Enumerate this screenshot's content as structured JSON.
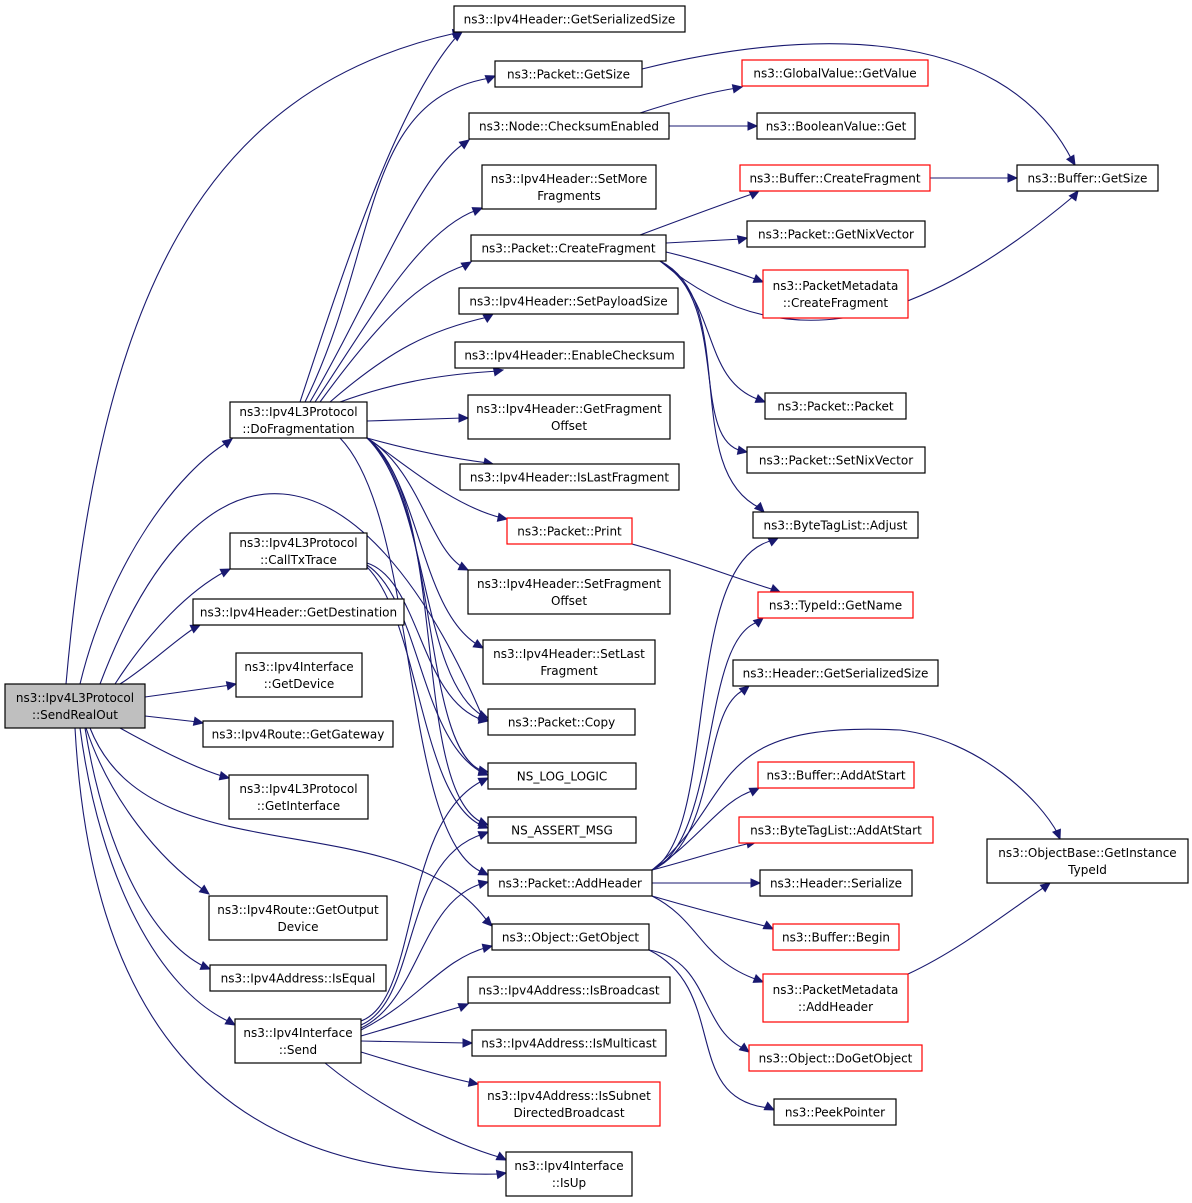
{
  "graph": {
    "nodes": [
      {
        "id": "n0",
        "lines": [
          "ns3::Ipv4L3Protocol",
          "::SendRealOut"
        ],
        "style": "root"
      },
      {
        "id": "n1",
        "lines": [
          "ns3::Ipv4L3Protocol",
          "::DoFragmentation"
        ],
        "style": "black"
      },
      {
        "id": "n2",
        "lines": [
          "ns3::Ipv4L3Protocol",
          "::CallTxTrace"
        ],
        "style": "black"
      },
      {
        "id": "n3",
        "lines": [
          "ns3::Ipv4Header::GetDestination"
        ],
        "style": "black"
      },
      {
        "id": "n4",
        "lines": [
          "ns3::Ipv4Interface",
          "::GetDevice"
        ],
        "style": "black"
      },
      {
        "id": "n5",
        "lines": [
          "ns3::Ipv4Route::GetGateway"
        ],
        "style": "black"
      },
      {
        "id": "n6",
        "lines": [
          "ns3::Ipv4L3Protocol",
          "::GetInterface"
        ],
        "style": "black"
      },
      {
        "id": "n7",
        "lines": [
          "ns3::Ipv4Route::GetOutput",
          "Device"
        ],
        "style": "black"
      },
      {
        "id": "n8",
        "lines": [
          "ns3::Ipv4Address::IsEqual"
        ],
        "style": "black"
      },
      {
        "id": "n9",
        "lines": [
          "ns3::Ipv4Interface",
          "::Send"
        ],
        "style": "black"
      },
      {
        "id": "n10",
        "lines": [
          "ns3::Ipv4Header::GetSerializedSize"
        ],
        "style": "black"
      },
      {
        "id": "n11",
        "lines": [
          "ns3::Packet::GetSize"
        ],
        "style": "black"
      },
      {
        "id": "n12",
        "lines": [
          "ns3::Node::ChecksumEnabled"
        ],
        "style": "black"
      },
      {
        "id": "n13",
        "lines": [
          "ns3::Ipv4Header::SetMore",
          "Fragments"
        ],
        "style": "black"
      },
      {
        "id": "n14",
        "lines": [
          "ns3::Packet::CreateFragment"
        ],
        "style": "black"
      },
      {
        "id": "n15",
        "lines": [
          "ns3::Ipv4Header::SetPayloadSize"
        ],
        "style": "black"
      },
      {
        "id": "n16",
        "lines": [
          "ns3::Ipv4Header::EnableChecksum"
        ],
        "style": "black"
      },
      {
        "id": "n17",
        "lines": [
          "ns3::Ipv4Header::GetFragment",
          "Offset"
        ],
        "style": "black"
      },
      {
        "id": "n18",
        "lines": [
          "ns3::Ipv4Header::IsLastFragment"
        ],
        "style": "black"
      },
      {
        "id": "n19",
        "lines": [
          "ns3::Packet::Print"
        ],
        "style": "red"
      },
      {
        "id": "n20",
        "lines": [
          "ns3::Ipv4Header::SetFragment",
          "Offset"
        ],
        "style": "black"
      },
      {
        "id": "n21",
        "lines": [
          "ns3::Ipv4Header::SetLast",
          "Fragment"
        ],
        "style": "black"
      },
      {
        "id": "n22",
        "lines": [
          "ns3::Packet::Copy"
        ],
        "style": "black"
      },
      {
        "id": "n23",
        "lines": [
          "NS_LOG_LOGIC"
        ],
        "style": "black"
      },
      {
        "id": "n24",
        "lines": [
          "NS_ASSERT_MSG"
        ],
        "style": "black"
      },
      {
        "id": "n25",
        "lines": [
          "ns3::Packet::AddHeader"
        ],
        "style": "black"
      },
      {
        "id": "n26",
        "lines": [
          "ns3::Object::GetObject"
        ],
        "style": "black"
      },
      {
        "id": "n27",
        "lines": [
          "ns3::Ipv4Address::IsBroadcast"
        ],
        "style": "black"
      },
      {
        "id": "n28",
        "lines": [
          "ns3::Ipv4Address::IsMulticast"
        ],
        "style": "black"
      },
      {
        "id": "n29",
        "lines": [
          "ns3::Ipv4Address::IsSubnet",
          "DirectedBroadcast"
        ],
        "style": "red"
      },
      {
        "id": "n30",
        "lines": [
          "ns3::Ipv4Interface",
          "::IsUp"
        ],
        "style": "black"
      },
      {
        "id": "n31",
        "lines": [
          "ns3::GlobalValue::GetValue"
        ],
        "style": "red"
      },
      {
        "id": "n32",
        "lines": [
          "ns3::BooleanValue::Get"
        ],
        "style": "black"
      },
      {
        "id": "n33",
        "lines": [
          "ns3::Buffer::CreateFragment"
        ],
        "style": "red"
      },
      {
        "id": "n34",
        "lines": [
          "ns3::Packet::GetNixVector"
        ],
        "style": "black"
      },
      {
        "id": "n35",
        "lines": [
          "ns3::PacketMetadata",
          "::CreateFragment"
        ],
        "style": "red"
      },
      {
        "id": "n36",
        "lines": [
          "ns3::Packet::Packet"
        ],
        "style": "black"
      },
      {
        "id": "n37",
        "lines": [
          "ns3::Packet::SetNixVector"
        ],
        "style": "black"
      },
      {
        "id": "n38",
        "lines": [
          "ns3::ByteTagList::Adjust"
        ],
        "style": "black"
      },
      {
        "id": "n39",
        "lines": [
          "ns3::TypeId::GetName"
        ],
        "style": "red"
      },
      {
        "id": "n40",
        "lines": [
          "ns3::Header::GetSerializedSize"
        ],
        "style": "black"
      },
      {
        "id": "n41",
        "lines": [
          "ns3::Buffer::AddAtStart"
        ],
        "style": "red"
      },
      {
        "id": "n42",
        "lines": [
          "ns3::ByteTagList::AddAtStart"
        ],
        "style": "red"
      },
      {
        "id": "n43",
        "lines": [
          "ns3::Header::Serialize"
        ],
        "style": "black"
      },
      {
        "id": "n44",
        "lines": [
          "ns3::Buffer::Begin"
        ],
        "style": "red"
      },
      {
        "id": "n45",
        "lines": [
          "ns3::PacketMetadata",
          "::AddHeader"
        ],
        "style": "red"
      },
      {
        "id": "n46",
        "lines": [
          "ns3::Object::DoGetObject"
        ],
        "style": "red"
      },
      {
        "id": "n47",
        "lines": [
          "ns3::PeekPointer"
        ],
        "style": "black"
      },
      {
        "id": "n48",
        "lines": [
          "ns3::Buffer::GetSize"
        ],
        "style": "black"
      },
      {
        "id": "n49",
        "lines": [
          "ns3::ObjectBase::GetInstance",
          "TypeId"
        ],
        "style": "black"
      }
    ],
    "colors": {
      "edge": "#191970",
      "root_fill": "#bfbfbf",
      "node_fill": "#ffffff",
      "node_border": "#000000",
      "red_border": "#ff0000"
    }
  }
}
